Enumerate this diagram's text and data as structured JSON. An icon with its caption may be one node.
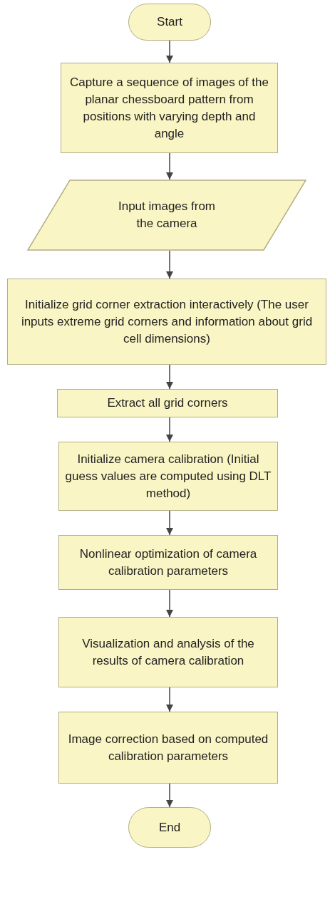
{
  "diagram": {
    "nodes": [
      {
        "text": [
          "Start"
        ]
      },
      {
        "text": [
          "Capture a sequence of images of the planar chessboard pattern from positions with varying depth and angle"
        ]
      },
      {
        "text": [
          "Input images from the camera"
        ]
      },
      {
        "text": [
          "Initialize grid corner extraction interactively (The user inputs extreme grid corners and information about grid cell dimensions)"
        ]
      },
      {
        "text": [
          "Extract all grid corners"
        ]
      },
      {
        "text": [
          "Initialize camera calibration (Initial guess values are computed using DLT method)"
        ]
      },
      {
        "text": [
          "Nonlinear optimization of camera calibration parameters"
        ]
      },
      {
        "text": [
          "Visualization and analysis of the results of camera calibration"
        ]
      },
      {
        "text": [
          "Image correction based on computed calibration parameters"
        ]
      },
      {
        "text": [
          "End"
        ]
      }
    ],
    "edges": [
      {
        "from": 0,
        "to": 1,
        "arrow": "to"
      },
      {
        "from": 1,
        "to": 2,
        "arrow": "to"
      },
      {
        "from": 2,
        "to": 3,
        "arrow": "to"
      },
      {
        "from": 3,
        "to": 4,
        "arrow": "to"
      },
      {
        "from": 4,
        "to": 5,
        "arrow": "to"
      },
      {
        "from": 5,
        "to": 6,
        "arrow": "to"
      },
      {
        "from": 6,
        "to": 7,
        "arrow": "to"
      },
      {
        "from": 7,
        "to": 8,
        "arrow": "to"
      },
      {
        "from": 8,
        "to": 9,
        "arrow": "to"
      }
    ]
  }
}
